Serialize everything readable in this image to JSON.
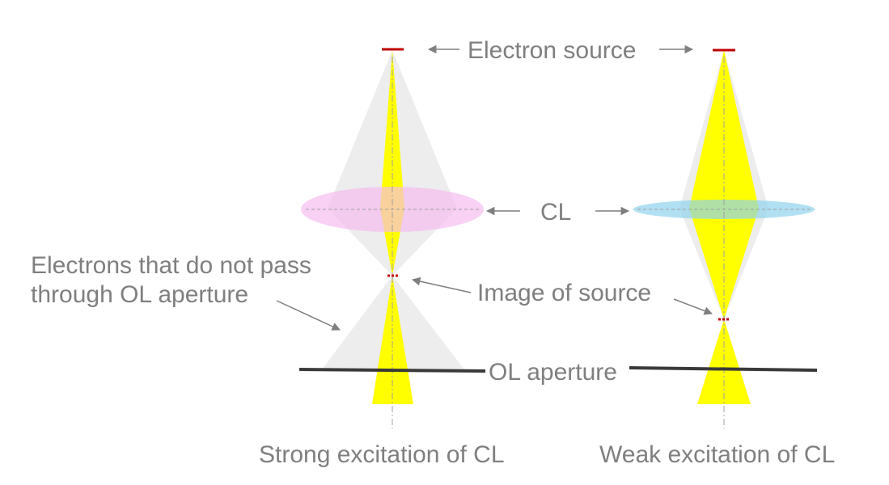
{
  "labels": {
    "electron_source": "Electron source",
    "cl": "CL",
    "image_of_source": "Image of source",
    "ol_aperture": "OL aperture",
    "electrons_note_line1": "Electrons that do not pass",
    "electrons_note_line2": "through OL aperture",
    "caption_left": "Strong excitation of CL",
    "caption_right": "Weak excitation of CL"
  },
  "colors": {
    "beam": "#ffff00",
    "beam_gray": "#e8e8e8",
    "source_mark": "#c00000",
    "lens_strong": "#f5b8ef",
    "lens_weak": "#8fd3ec",
    "aperture": "#3a3a3a",
    "arrow": "#7f7f7f",
    "text": "#7f7f7f"
  }
}
